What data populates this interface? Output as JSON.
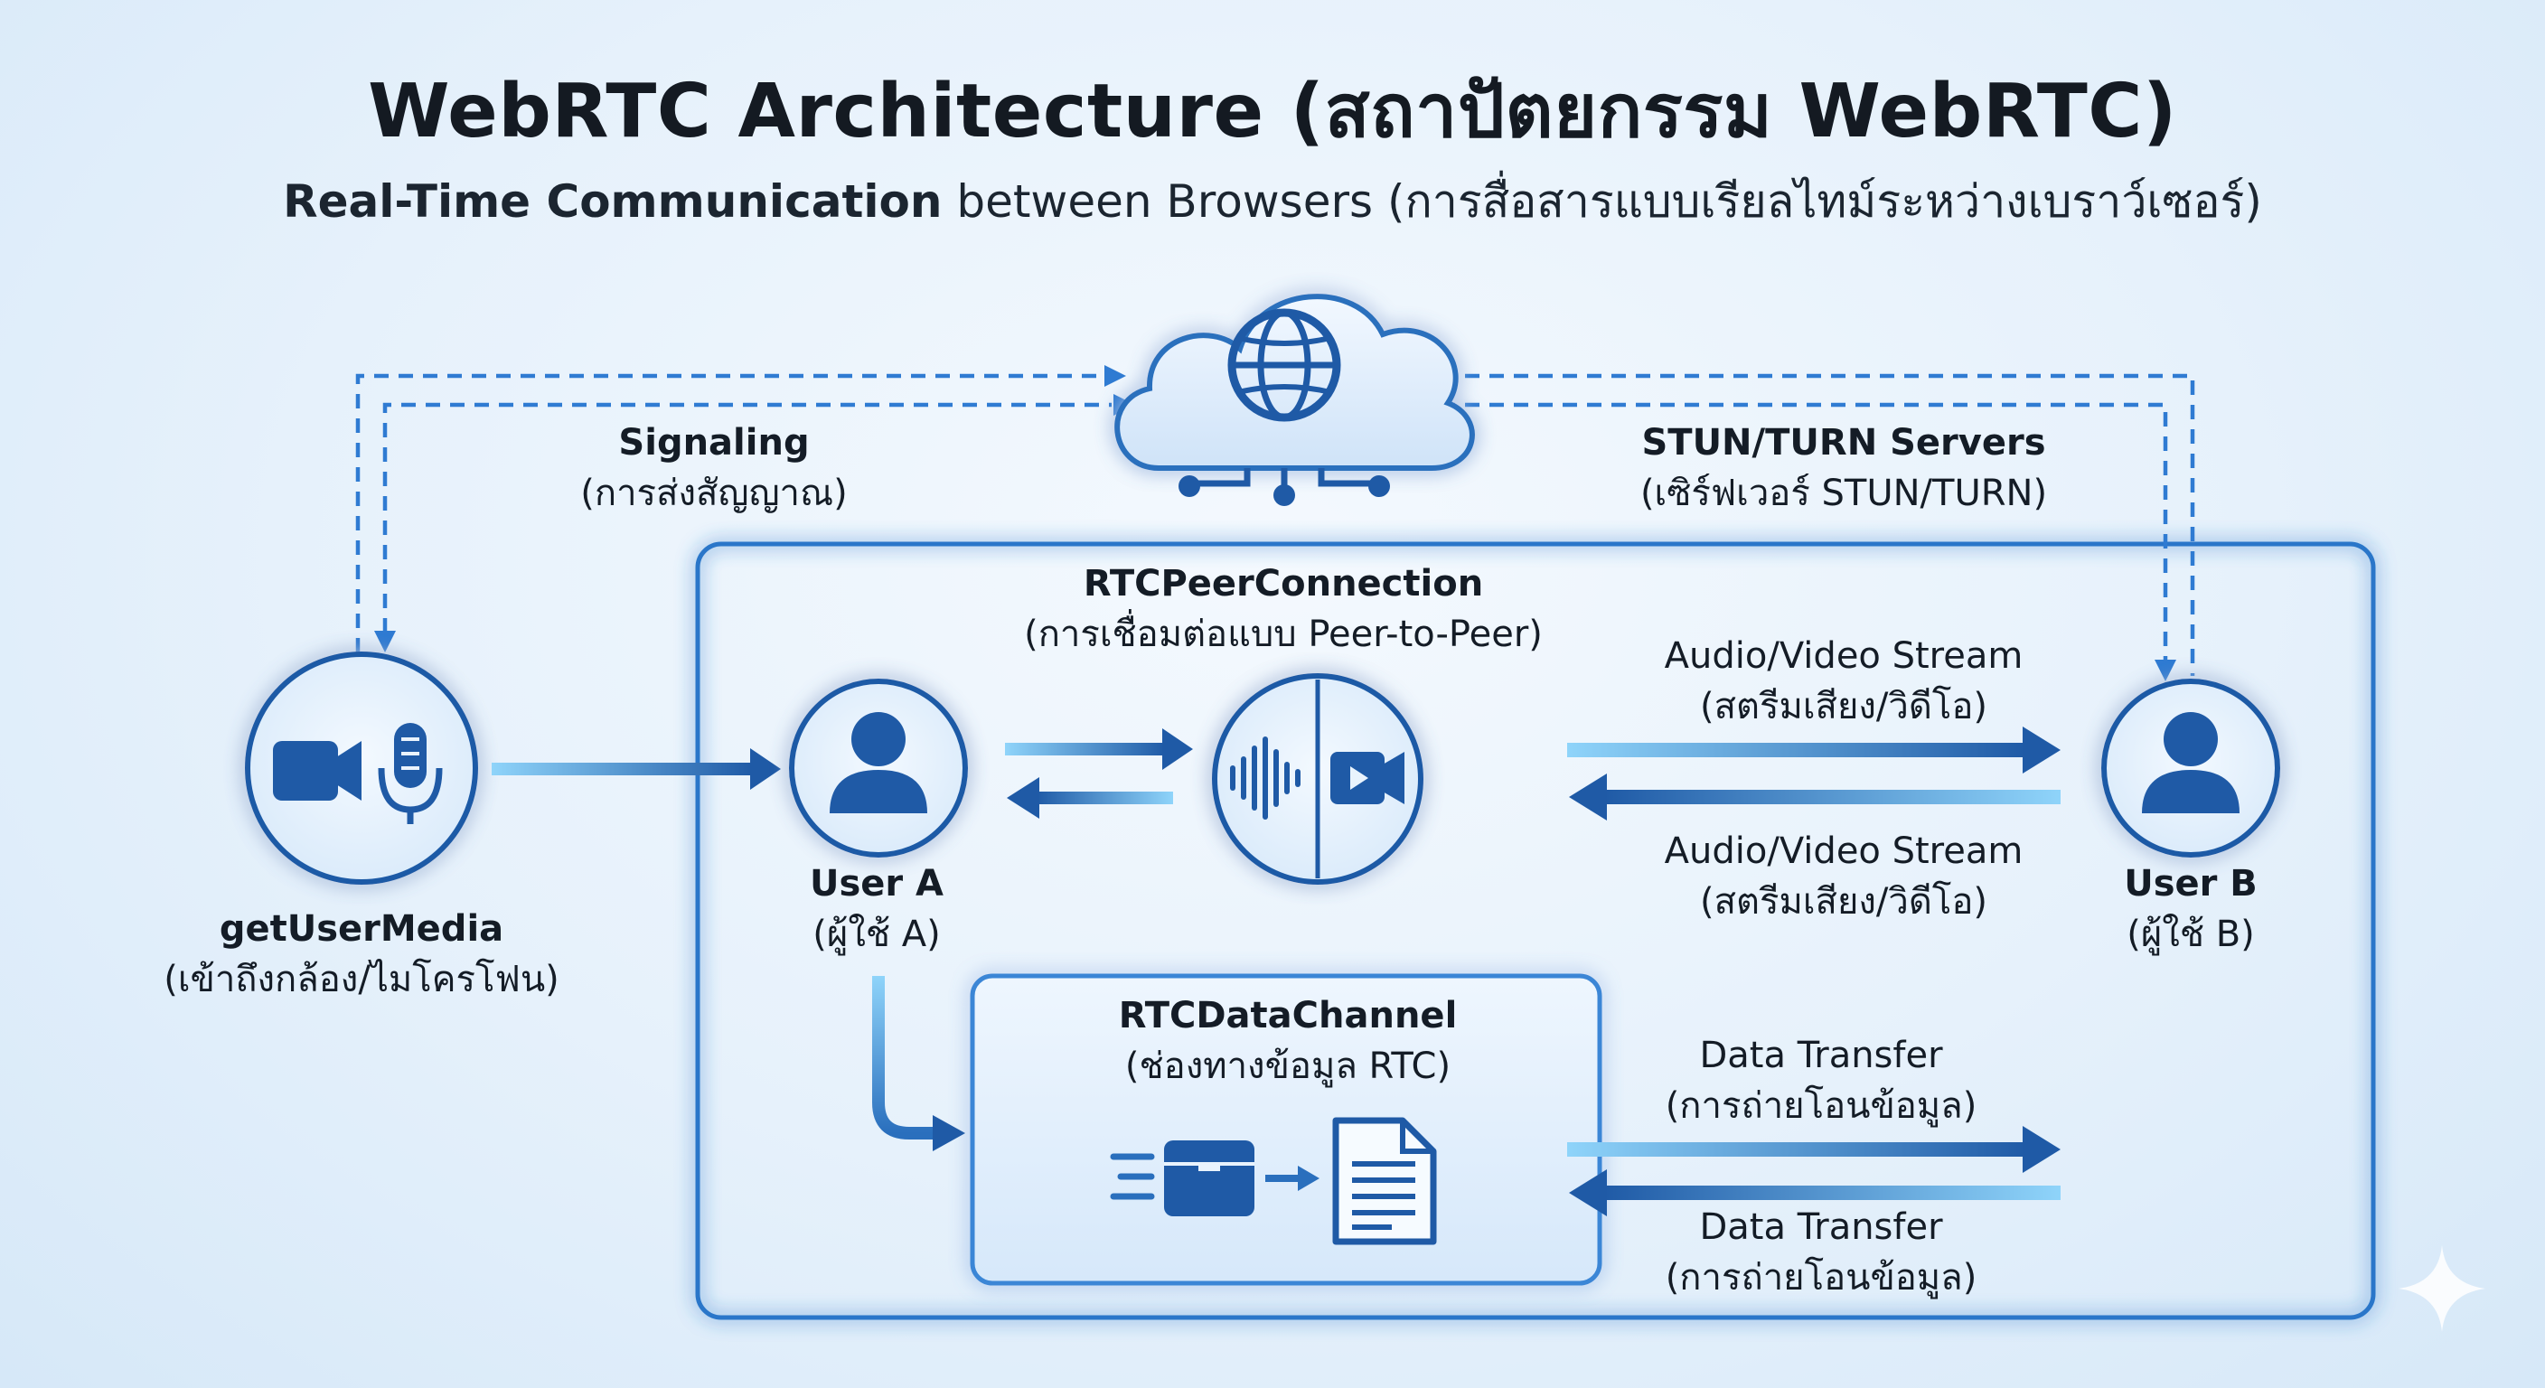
{
  "title": "WebRTC Architecture (สถาปัตยกรรม WebRTC)",
  "subtitle": {
    "bold": "Real-Time Communication",
    "rest": " between Browsers (การสื่อสารแบบเรียลไทม์ระหว่างเบราว์เซอร์)"
  },
  "nodes": {
    "signaling": {
      "en": "Signaling",
      "th": "(การส่งสัญญาณ)"
    },
    "stun": {
      "en": "STUN/TURN Servers",
      "th": "(เซิร์ฟเวอร์ STUN/TURN)"
    },
    "peer": {
      "en": "RTCPeerConnection",
      "th": "(การเชื่อมต่อแบบ Peer-to-Peer)"
    },
    "gum": {
      "en": "getUserMedia",
      "th": "(เข้าถึงกล้อง/ไมโครโฟน)"
    },
    "userA": {
      "en": "User A",
      "th": "(ผู้ใช้ A)"
    },
    "userB": {
      "en": "User B",
      "th": "(ผู้ใช้ B)"
    },
    "datachannel": {
      "en": "RTCDataChannel",
      "th": "(ช่องทางข้อมูล RTC)"
    }
  },
  "edges": {
    "av_top": {
      "en": "Audio/Video Stream",
      "th": "(สตรีมเสียง/วิดีโอ)"
    },
    "av_bottom": {
      "en": "Audio/Video Stream",
      "th": "(สตรีมเสียง/วิดีโอ)"
    },
    "data_top": {
      "en": "Data Transfer",
      "th": "(การถ่ายโอนข้อมูล)"
    },
    "data_bottom": {
      "en": "Data Transfer",
      "th": "(การถ่ายโอนข้อมูล)"
    }
  },
  "icons": [
    "cloud-globe-icon",
    "camera-icon",
    "microphone-icon",
    "user-icon",
    "audio-wave-icon",
    "video-icon",
    "box-icon",
    "document-icon",
    "sparkle-icon"
  ],
  "colors": {
    "primary": "#1f5fa8",
    "accent": "#3d8ee0",
    "light": "#8fd0f8"
  }
}
